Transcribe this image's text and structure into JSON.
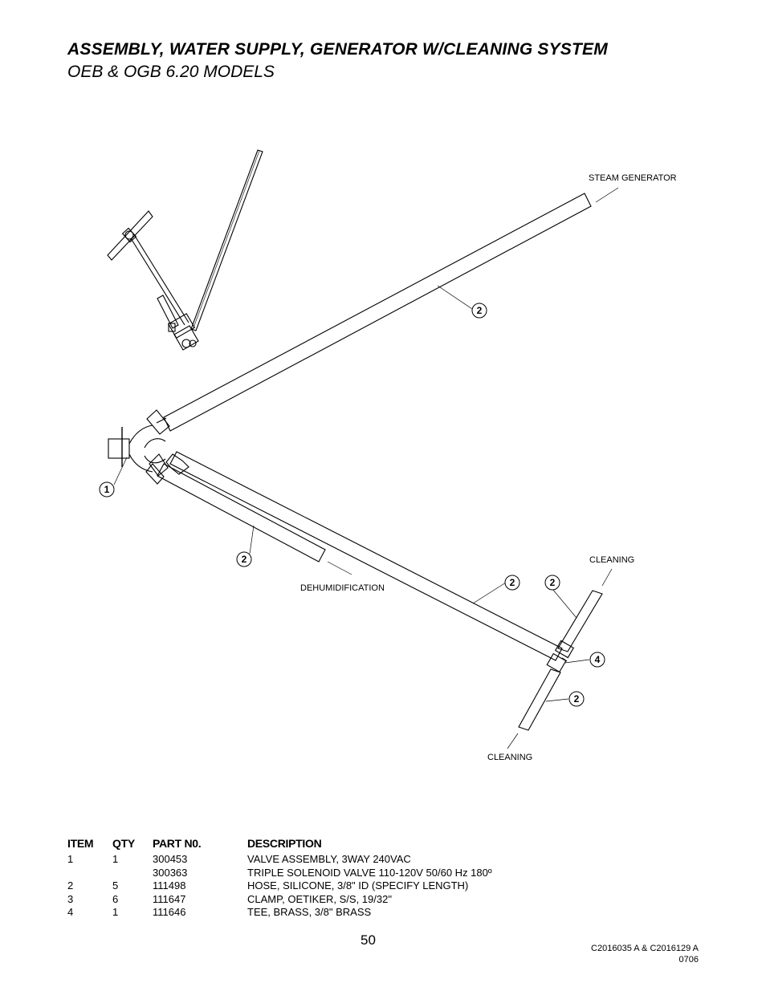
{
  "header": {
    "title": "ASSEMBLY, WATER SUPPLY, GENERATOR W/CLEANING SYSTEM",
    "subtitle": "OEB & OGB 6.20 MODELS"
  },
  "diagram": {
    "labels": {
      "steam_generator": "STEAM GENERATOR",
      "dehumidification": "DEHUMIDIFICATION",
      "cleaning_top": "CLEANING",
      "cleaning_bottom": "CLEANING"
    },
    "callouts": {
      "c1": "1",
      "c2a": "2",
      "c2b": "2",
      "c2c": "2",
      "c2d": "2",
      "c2e": "2",
      "c4": "4"
    }
  },
  "parts_table": {
    "headers": {
      "item": "ITEM",
      "qty": "QTY",
      "part": "PART N0.",
      "desc": "DESCRIPTION"
    },
    "rows": [
      {
        "item": "1",
        "qty": "1",
        "part": "300453",
        "desc": "VALVE ASSEMBLY, 3WAY 240VAC"
      },
      {
        "item": "",
        "qty": "",
        "part": "300363",
        "desc": "TRIPLE SOLENOID VALVE 110-120V 50/60 Hz 180º"
      },
      {
        "item": "2",
        "qty": "5",
        "part": "111498",
        "desc": "HOSE, SILICONE, 3/8\" ID (SPECIFY LENGTH)"
      },
      {
        "item": "3",
        "qty": "6",
        "part": "111647",
        "desc": "CLAMP, OETIKER, S/S, 19/32\""
      },
      {
        "item": "4",
        "qty": "1",
        "part": "111646",
        "desc": "TEE, BRASS, 3/8\" BRASS"
      }
    ]
  },
  "footer": {
    "page_number": "50",
    "doc_ref": "C2016035 A & C2016129 A",
    "doc_date": "0706"
  }
}
